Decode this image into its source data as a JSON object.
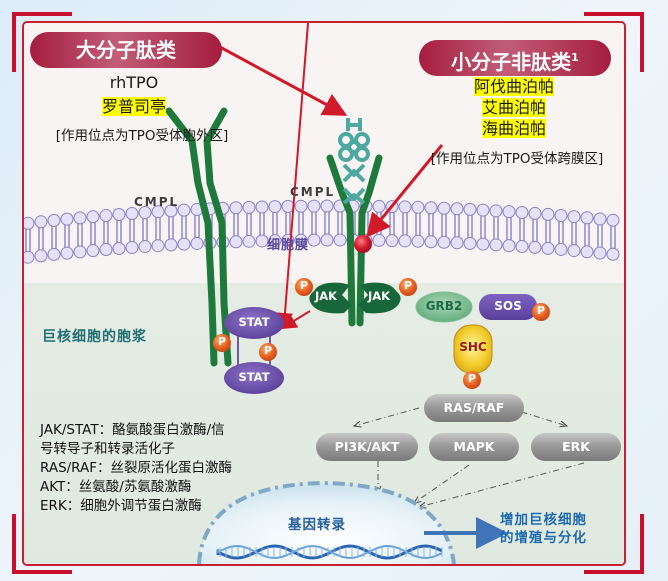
{
  "left_group": {
    "title": "大分子肽类",
    "drug_en": "rhTPO",
    "drug_cn": "罗普司亭",
    "site": "[作用位点为TPO受体胞外区]"
  },
  "right_group": {
    "title": "小分子非肽类",
    "title_sup": "1",
    "drugs": [
      "阿伐曲泊帕",
      "艾曲泊帕",
      "海曲泊帕"
    ],
    "site": "[作用位点为TPO受体跨膜区]"
  },
  "labels": {
    "cmpl_left": "CMPL",
    "cmpl_right": "CMPL",
    "membrane": "细胞膜",
    "cytoplasm": "巨核细胞的胞浆",
    "gene_transcription": "基因转录",
    "outcome_line1": "增加巨核细胞",
    "outcome_line2": "的增殖与分化"
  },
  "molecules": {
    "jak_left": "JAK",
    "jak_right": "JAK",
    "stat_top": "STAT",
    "stat_bottom": "STAT",
    "p": "P",
    "grb2": "GRB2",
    "sos": "SOS",
    "shc": "SHC",
    "ras_raf": "RAS/RAF",
    "pi3k_akt": "PI3K/AKT",
    "mapk": "MAPK",
    "erk": "ERK"
  },
  "legend": [
    "JAK/STAT：酪氨酸蛋白激酶/信",
    "号转导子和转录活化子",
    "RAS/RAF：丝裂原活化蛋白激酶",
    "AKT：丝氨酸/苏氨酸激酶",
    "ERK：细胞外调节蛋白激酶"
  ],
  "colors": {
    "accent_red": "#c8102e",
    "pill": "#a51d3e",
    "receptor_green": "#1e7a3a",
    "membrane_purple": "#8a80c8",
    "phospho_orange": "#e8601c",
    "stat_purple": "#6a4fa6",
    "highlight": "#ffff00"
  }
}
